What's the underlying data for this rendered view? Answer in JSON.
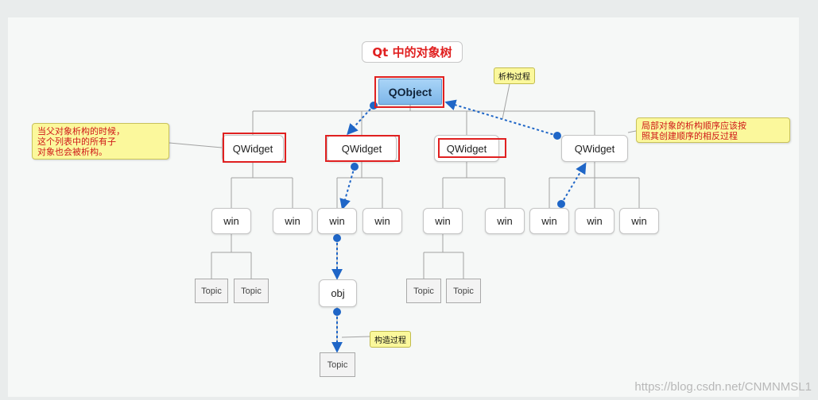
{
  "title": "Qt 中的对象树",
  "nodes": {
    "root": "QObject",
    "qwidget_1": "QWidget",
    "qwidget_2": "QWidget",
    "qwidget_3": "QWidget",
    "qwidget_4": "QWidget",
    "win_1": "win",
    "win_2": "win",
    "win_3": "win",
    "win_4": "win",
    "win_5": "win",
    "win_6": "win",
    "win_7": "win",
    "win_8": "win",
    "win_9": "win",
    "topic_1": "Topic",
    "topic_2": "Topic",
    "obj": "obj",
    "topic_3": "Topic",
    "topic_4": "Topic",
    "topic_5": "Topic"
  },
  "labels": {
    "destruct_process": "析构过程",
    "construct_process": "构造过程"
  },
  "notes": {
    "parent_destruct": "当父对象析构的时候，\n这个列表中的所有子\n对象也会被析构。",
    "local_destruct": "局部对象的析构顺序应该按\n照其创建顺序的相反过程"
  },
  "colors": {
    "highlight_red": "#e02020",
    "arrow_blue": "#1f66c7",
    "note_yellow": "#fbf89c",
    "root_blue": "#8cc2ef"
  },
  "watermark": "https://blog.csdn.net/CNMNMSL1"
}
